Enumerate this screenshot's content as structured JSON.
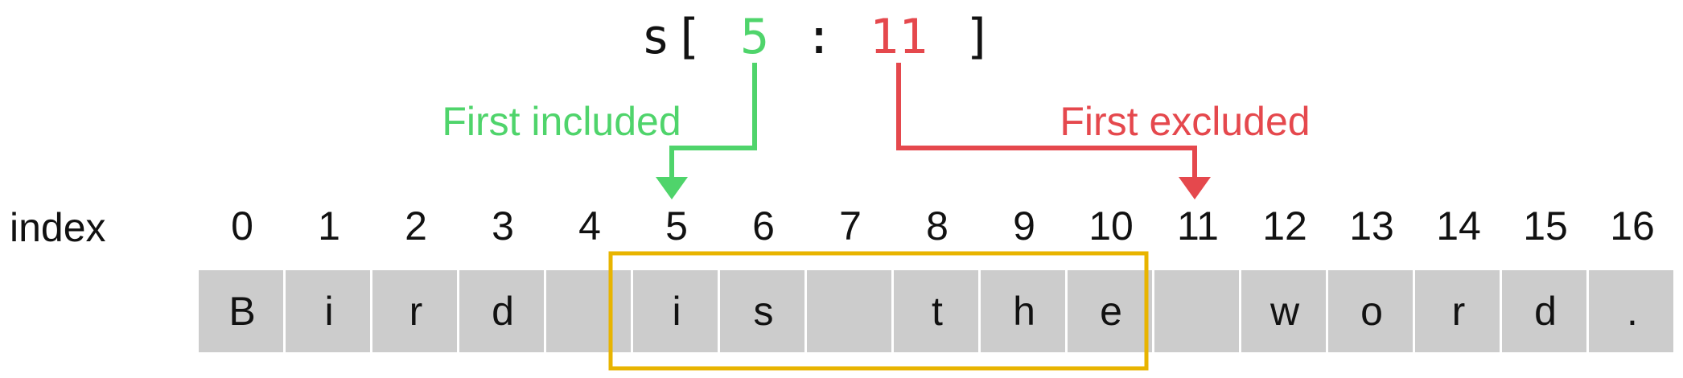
{
  "slice_expression": {
    "variable": "s",
    "open_bracket": "[",
    "start": "5",
    "colon": ":",
    "stop": "11",
    "close_bracket": "]"
  },
  "annotations": {
    "first_included": "First included",
    "first_excluded": "First excluded"
  },
  "index_label": "index",
  "indices": [
    "0",
    "1",
    "2",
    "3",
    "4",
    "5",
    "6",
    "7",
    "8",
    "9",
    "10",
    "11",
    "12",
    "13",
    "14",
    "15",
    "16"
  ],
  "characters": [
    "B",
    "i",
    "r",
    "d",
    " ",
    "i",
    "s",
    " ",
    "t",
    "h",
    "e",
    " ",
    "w",
    "o",
    "r",
    "d",
    "."
  ],
  "selection": {
    "start": 5,
    "stop": 11
  },
  "colors": {
    "included": "#4fd46b",
    "excluded": "#e5484d",
    "highlight": "#e8b400",
    "cell": "#cccccc",
    "text": "#111111"
  }
}
